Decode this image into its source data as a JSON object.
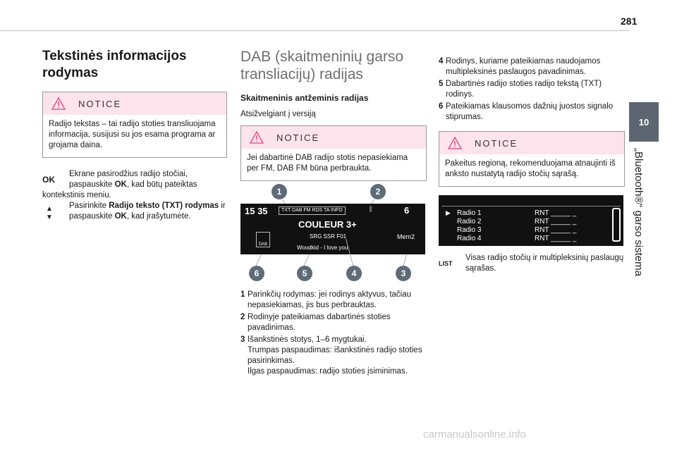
{
  "page": {
    "number": "281"
  },
  "side": {
    "tab_number": "10",
    "title": "„Bluetooth®“ garso sistema"
  },
  "col1": {
    "heading_line1": "Tekstinės informacijos",
    "heading_line2": "rodymas",
    "notice_title": "NOTICE",
    "notice_text": "Radijo tekstas – tai radijo stoties transliuojama informacija, susijusi su jos esama programa ar grojama daina.",
    "ok_label": "OK",
    "ok_text_line1": "Ekrane pasirodžius radijo stočiai, paspauskite ",
    "ok_bold": "OK",
    "ok_text_line2": ", kad būtų pateiktas",
    "ok_text_rest": "kontekstinis meniu.",
    "select_prefix": "Pasirinkite ",
    "select_bold": "Radijo teksto (TXT) rodymas",
    "select_mid": " ir paspauskite ",
    "select_ok": "OK",
    "select_suffix": ", kad įrašytumėte."
  },
  "col2": {
    "heading_line1": "DAB (skaitmeninių garso",
    "heading_line2": "transliacijų) radijas",
    "subheading": "Skaitmeninis antžeminis radijas",
    "intro": "Atsižvelgiant į versiją",
    "notice_title": "NOTICE",
    "notice_text": "Jei dabartinė DAB radijo stotis nepasiekiama per FM, DAB FM būna perbraukta.",
    "screen": {
      "time": "15 35",
      "tags": "TXT  DAB FM RDS TA INFO",
      "signal": "6",
      "station": "COULEUR 3+",
      "sub": "SRG SSR F01",
      "mem": "Mem2",
      "radiotext": "Woodkid - I love you",
      "dab": "DAB"
    },
    "callouts": [
      "1",
      "2",
      "6",
      "5",
      "4",
      "3"
    ],
    "items": [
      {
        "n": "1",
        "text": "Parinkčių rodymas: jei rodinys aktyvus, tačiau nepasiekiamas, jis bus perbrauktas."
      },
      {
        "n": "2",
        "text": "Rodinyje pateikiamas dabartinės stoties pavadinimas."
      },
      {
        "n": "3",
        "text": "Išankstinės stotys, 1–6 mygtukai."
      }
    ],
    "item3_short": "Trumpas paspaudimas: išankstinės radijo stoties pasirinkimas.",
    "item3_long": "Ilgas paspaudimas: radijo stoties įsiminimas."
  },
  "col3": {
    "items": [
      {
        "n": "4",
        "text": "Rodinys, kuriame pateikiamas naudojamos multipleksinės paslaugos pavadinimas."
      },
      {
        "n": "5",
        "text": "Dabartinės radijo stoties radijo tekstą (TXT) rodinys."
      },
      {
        "n": "6",
        "text": "Pateikiamas klausomos dažnių juostos signalo stiprumas."
      }
    ],
    "notice_title": "NOTICE",
    "notice_text": "Pakeitus regioną, rekomenduojama atnaujinti iš anksto nustatytą radijo stočių sąrašą.",
    "list_rows": [
      {
        "name": "Radio 1",
        "rnt": "RNT _____ _"
      },
      {
        "name": "Radio 2",
        "rnt": "RNT _____ _"
      },
      {
        "name": "Radio 3",
        "rnt": "RNT _____ _"
      },
      {
        "name": "Radio 4",
        "rnt": "RNT _____ _"
      }
    ],
    "list_label": "LIST",
    "list_text": "Visas radijo stočių ir multipleksinių paslaugų sąrašas."
  },
  "watermark": "carmanualsonline.info",
  "colors": {
    "notice_bg": "#fde3ec",
    "tab_bg": "#5d6670",
    "callout_bg": "#5f6b77",
    "warning": "#e0457b"
  },
  "icons": {
    "notice": "warning-triangle-icon",
    "select": "up-down-arrows-icon",
    "bluetooth": "bluetooth-icon",
    "signal": "signal-bars-icon",
    "play": "play-icon"
  }
}
